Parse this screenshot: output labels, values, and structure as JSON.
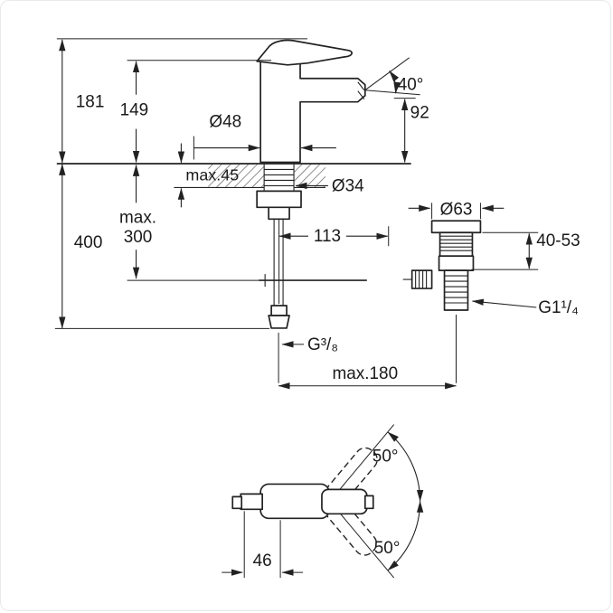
{
  "colors": {
    "background": "#ffffff",
    "line": "#222222",
    "text": "#1a1a1a"
  },
  "side_view": {
    "height_total": "181",
    "height_spout": "149",
    "spout_angle": "40°",
    "spout_outlet_height": "92",
    "base_diameter": "Ø48",
    "deck_thickness": "max.45",
    "shank_diameter": "Ø34",
    "hose_max_word": "max.",
    "hose_max_value": "300",
    "hose_length": "400",
    "rod_offset": "113",
    "supply_thread": "G³/₈",
    "center_distance": "max.180"
  },
  "waste_view": {
    "flange_diameter": "Ø63",
    "clamp_range": "40-53",
    "waste_thread": "G1¹/₄"
  },
  "top_view": {
    "swivel_up": "50°",
    "swivel_down": "50°",
    "spout_offset": "46"
  }
}
